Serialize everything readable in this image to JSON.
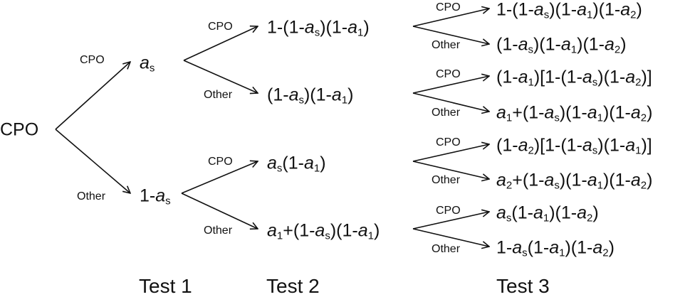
{
  "root": {
    "label": "CPO"
  },
  "columns": [
    "Test 1",
    "Test 2",
    "Test 3"
  ],
  "edge_labels": {
    "positive": "CPO",
    "negative": "Other"
  },
  "symbols": {
    "a": "a",
    "s": "s",
    "one": "1",
    "two": "2",
    "unity": "1",
    "minus": "-",
    "plus": "+",
    "open": "(",
    "close": ")",
    "bopen": "[",
    "bclose": "]"
  },
  "nodes": {
    "t1_cpo": "a_s",
    "t1_other": "1-a_s",
    "t2_cpo_cpo": "1-(1-a_s)(1-a_1)",
    "t2_cpo_other": "(1-a_s)(1-a_1)",
    "t2_other_cpo": "a_s(1-a_1)",
    "t2_other_other": "a_1+(1-a_s)(1-a_1)",
    "t3_1": "1-(1-a_s)(1-a_1)(1-a_2)",
    "t3_2": "(1-a_s)(1-a_1)(1-a_2)",
    "t3_3": "(1-a_1)[1-(1-a_s)(1-a_2)]",
    "t3_4": "a_1+(1-a_s)(1-a_1)(1-a_2)",
    "t3_5": "(1-a_2)[1-(1-a_s)(1-a_1)]",
    "t3_6": "a_2+(1-a_s)(1-a_1)(1-a_2)",
    "t3_7": "a_s(1-a_1)(1-a_2)",
    "t3_8": "1-a_s(1-a_1)(1-a_2)"
  }
}
